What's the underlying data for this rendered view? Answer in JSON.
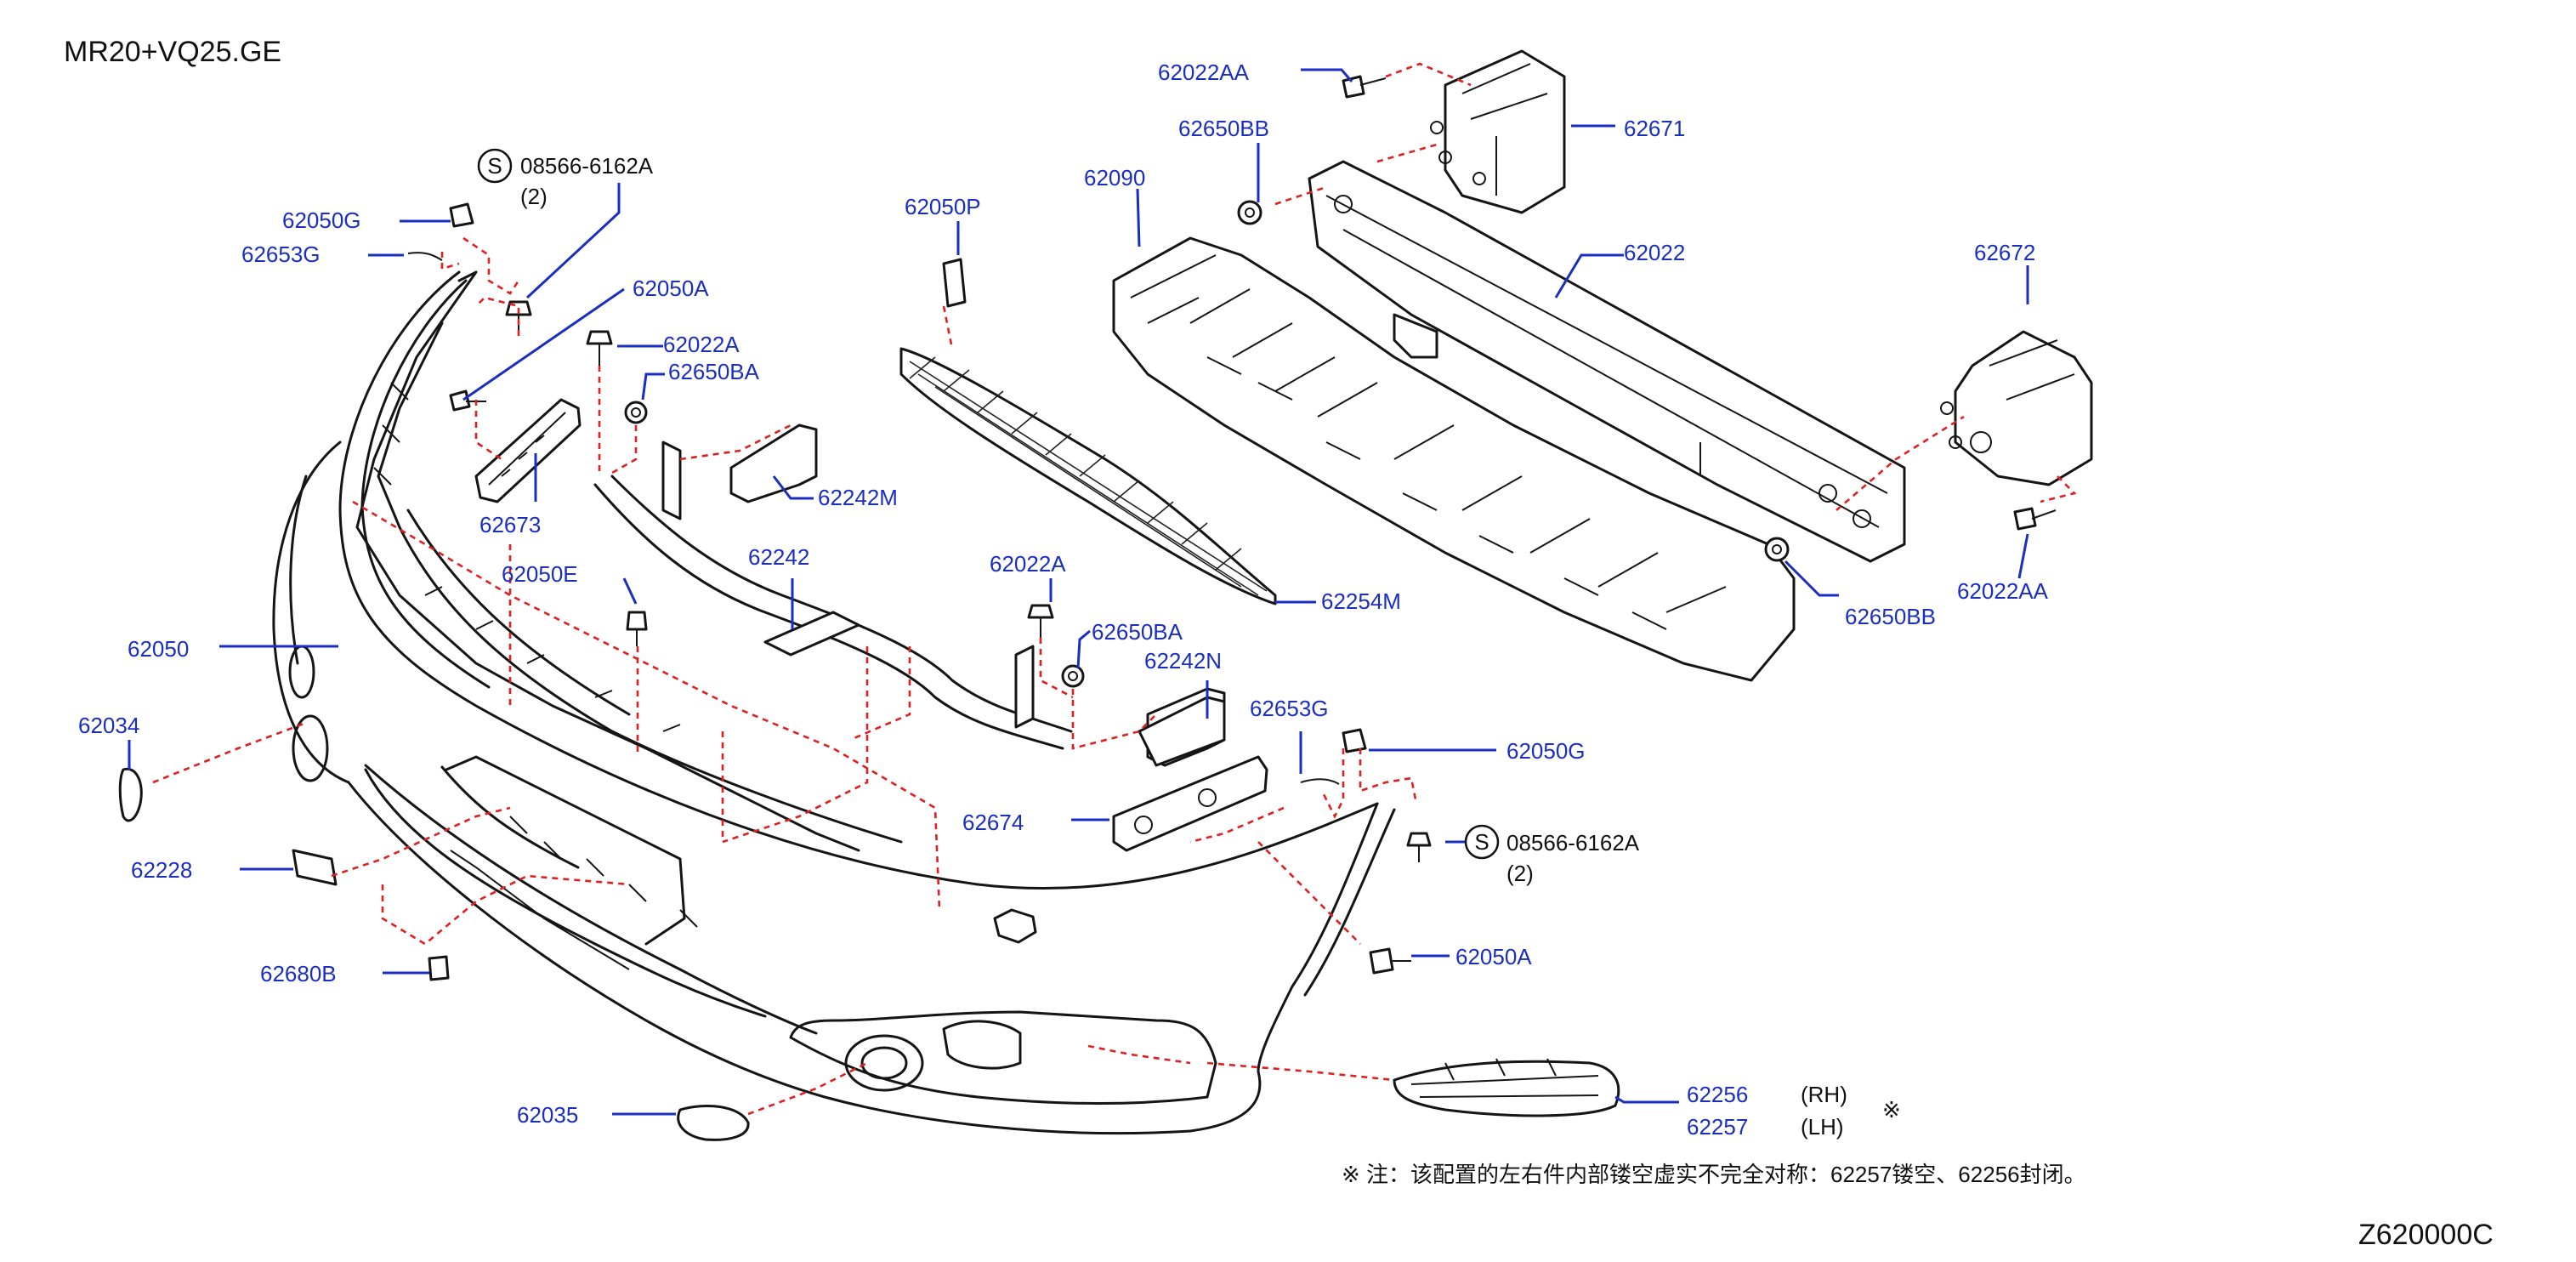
{
  "header": {
    "engine_code": "MR20+VQ25.GE"
  },
  "diagram_code": "Z620000C",
  "note": "※ 注：该配置的左右件内部镂空虚实不完全对称：62257镂空、62256封闭。",
  "rh_marker": "※",
  "callouts": {
    "c62022AA_top": "62022AA",
    "c62671": "62671",
    "c62650BB_top": "62650BB",
    "c62090": "62090",
    "c62022": "62022",
    "c62672": "62672",
    "c62050P": "62050P",
    "c08566_left": "08566-6162A",
    "c08566_left_qty": "(2)",
    "c62050G_left": "62050G",
    "c62653G_left": "62653G",
    "c62050A_upper": "62050A",
    "c62022A_upper": "62022A",
    "c62650BA_upper": "62650BA",
    "c62242M": "62242M",
    "c62673": "62673",
    "c62242": "62242",
    "c62050E": "62050E",
    "c62254M": "62254M",
    "c62650BB_right": "62650BB",
    "c62022AA_right": "62022AA",
    "c62022A_mid": "62022A",
    "c62650BA_mid": "62650BA",
    "c62242N": "62242N",
    "c62653G_right": "62653G",
    "c62050G_right": "62050G",
    "c62050": "62050",
    "c62034": "62034",
    "c62674": "62674",
    "c08566_right": "08566-6162A",
    "c08566_right_qty": "(2)",
    "c62228": "62228",
    "c62050A_lower": "62050A",
    "c62680B": "62680B",
    "c62035": "62035",
    "c62256": "62256",
    "c62256_side": "(RH)",
    "c62257": "62257",
    "c62257_side": "(LH)",
    "s_symbol": "S"
  },
  "colors": {
    "callout": "#1a2ec0",
    "dashed_guide": "#e02020",
    "linework": "#151515"
  }
}
